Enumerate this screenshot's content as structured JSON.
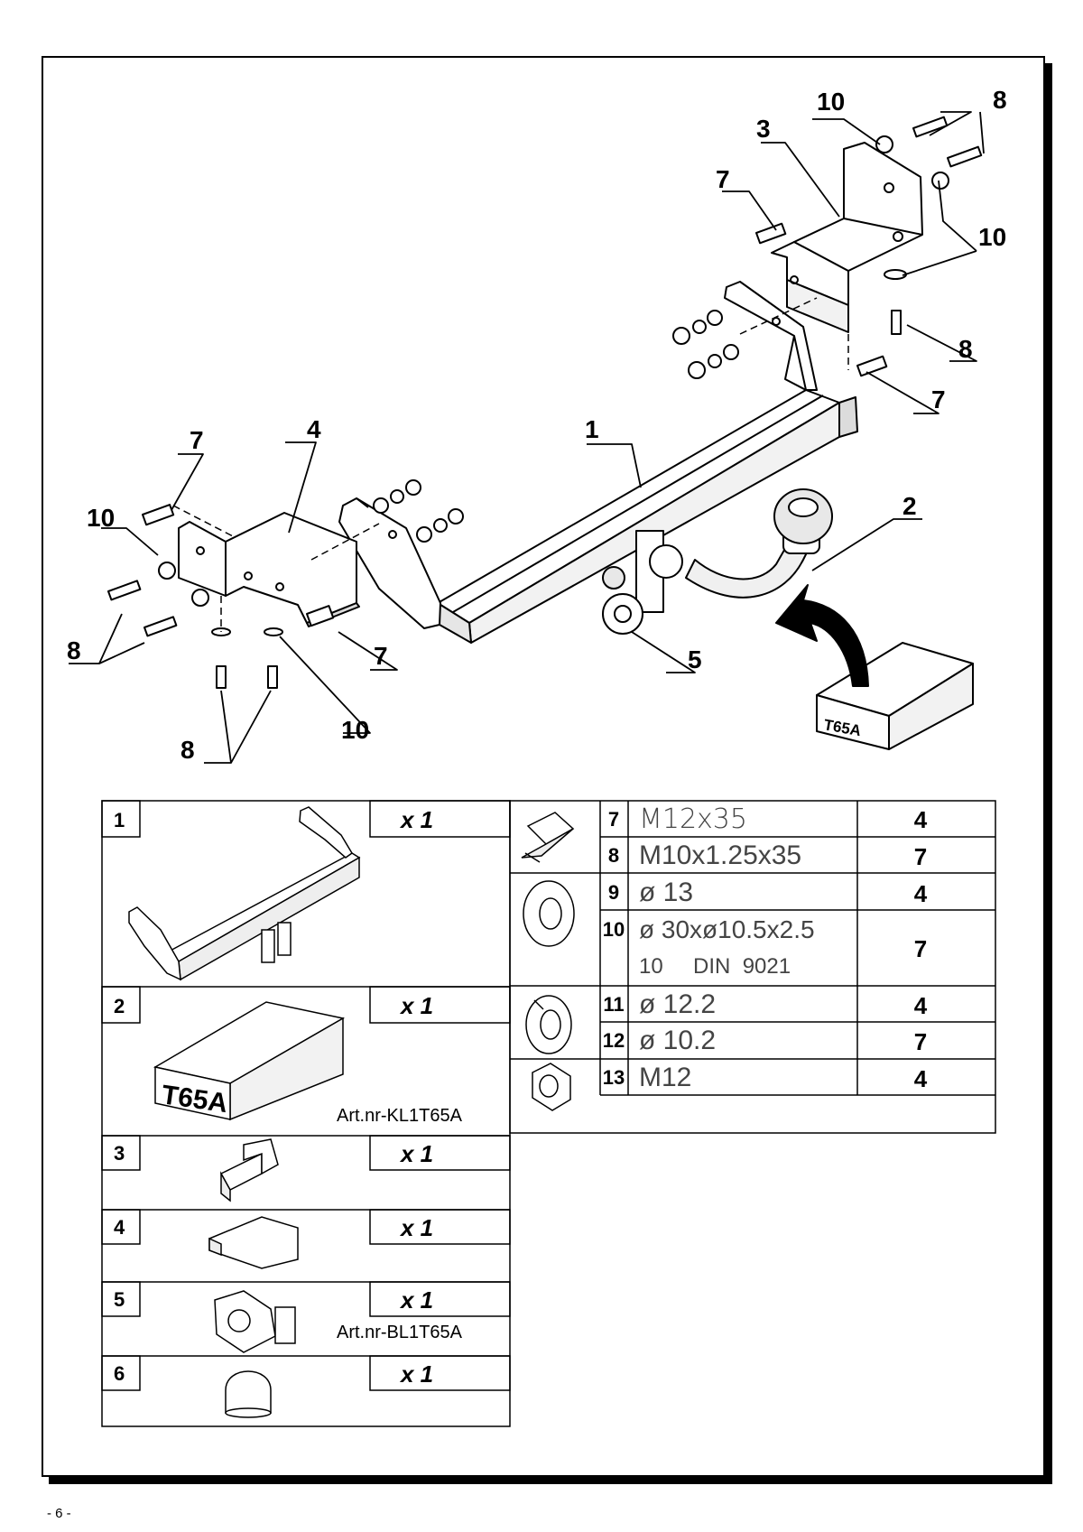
{
  "page_number": "- 6 -",
  "callouts": {
    "c1": "1",
    "c2": "2",
    "c3": "3",
    "c4": "4",
    "c5": "5",
    "c7a": "7",
    "c7b": "7",
    "c7c": "7",
    "c7d": "7",
    "c8a": "8",
    "c8b": "8",
    "c8c": "8",
    "c8d": "8",
    "c10a": "10",
    "c10b": "10",
    "c10c": "10",
    "c10d": "10",
    "box_label": "T65A"
  },
  "parts_left": [
    {
      "num": "1",
      "qty": "x 1",
      "article": ""
    },
    {
      "num": "2",
      "qty": "x 1",
      "article": "Art.nr-KL1T65A",
      "box_label": "T65A"
    },
    {
      "num": "3",
      "qty": "x 1",
      "article": ""
    },
    {
      "num": "4",
      "qty": "x 1",
      "article": ""
    },
    {
      "num": "5",
      "qty": "x 1",
      "article": "Art.nr-BL1T65A"
    },
    {
      "num": "6",
      "qty": "x 1",
      "article": ""
    }
  ],
  "parts_right": [
    {
      "num": "7",
      "spec": "M12x35",
      "spec2": "",
      "qty": "4"
    },
    {
      "num": "8",
      "spec": "M10x1.25x35",
      "spec2": "",
      "qty": "7"
    },
    {
      "num": "9",
      "spec": "ø 13",
      "spec2": "",
      "qty": "4"
    },
    {
      "num": "10",
      "spec": "ø 30xø10.5x2.5",
      "spec2": "10     DIN  9021",
      "qty": "7"
    },
    {
      "num": "11",
      "spec": "ø 12.2",
      "spec2": "",
      "qty": "4"
    },
    {
      "num": "12",
      "spec": "ø 10.2",
      "spec2": "",
      "qty": "7"
    },
    {
      "num": "13",
      "spec": "M12",
      "spec2": "",
      "qty": "4"
    }
  ]
}
